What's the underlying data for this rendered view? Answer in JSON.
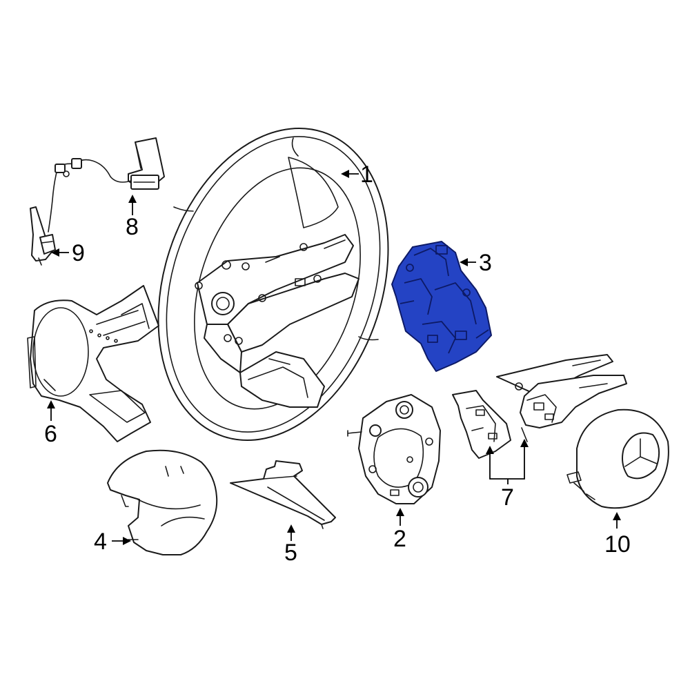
{
  "highlight_color": "#2443c4",
  "callouts": {
    "c1": "1",
    "c2": "2",
    "c3": "3",
    "c4": "4",
    "c5": "5",
    "c6": "6",
    "c7": "7",
    "c8": "8",
    "c9": "9",
    "c10": "10"
  }
}
